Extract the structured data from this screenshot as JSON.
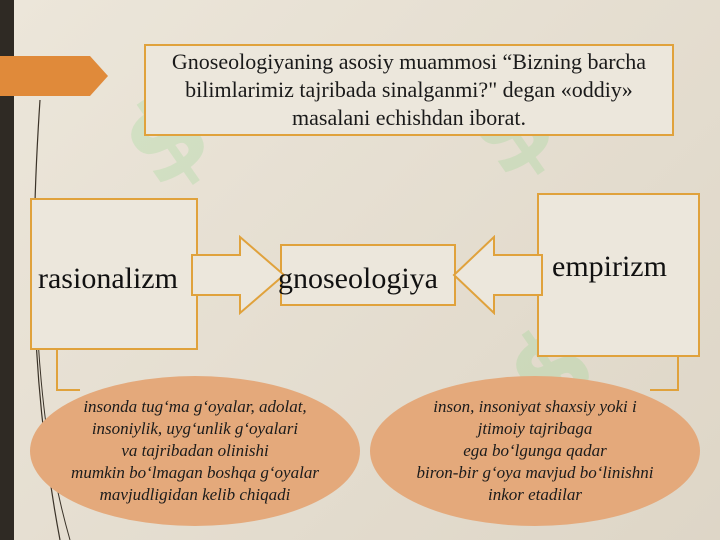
{
  "title": "Gnoseologiyaning asosiy muammosi “Bizning barcha bilimlarimiz tajribada sinalganmi?\" degan «oddiy» masalani echishdan iborat.",
  "nodes": {
    "left": "rasionalizm",
    "center": "gnoseologiya",
    "right": "empirizm"
  },
  "descriptions": {
    "left": "insonda tug‘ma g‘oyalar, adolat,\ninsoniylik, uyg‘unlik g‘oyalari\nva tajribadan olinishi\nmumkin bo‘lmagan boshqa g‘oyalar\nmavjudligidan kelib chiqadi",
    "right": "inson, insoniyat shaxsiy yoki i\njtimoiy tajribaga\nega bo‘lgunga qadar\nbiron-bir g‘oya mavjud bo‘linishni\ninkor etadilar"
  },
  "colors": {
    "border": "#e0a23c",
    "ellipse_fill": "#e4a97b",
    "accent_tab": "#e08a3a",
    "connector": "#e0a23c"
  }
}
